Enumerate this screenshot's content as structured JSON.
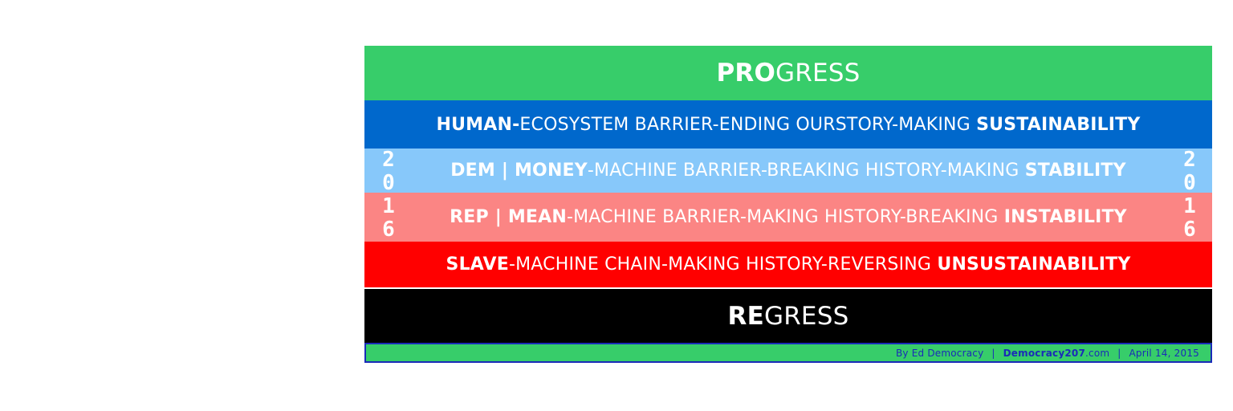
{
  "colors": {
    "progress": "#37cd6a",
    "human": "#0068cc",
    "dem": "#87c8fa",
    "rep": "#fb8584",
    "slave": "#ff0000",
    "regress": "#000000",
    "footer_bg": "#37cd6a",
    "footer_text": "#1a2bb8"
  },
  "bands": {
    "progress": {
      "bold": "PRO",
      "rest": "GRESS"
    },
    "human": {
      "bold_start": "HUMAN-",
      "middle": "ECOSYSTEM BARRIER-ENDING OURSTORY-MAKING ",
      "bold_end": "SUSTAINABILITY"
    },
    "dem": {
      "bold_start": "DEM | MONEY",
      "middle": "-MACHINE BARRIER-BREAKING HISTORY-MAKING ",
      "bold_end": "STABILITY"
    },
    "rep": {
      "bold_start": "REP | MEAN",
      "middle": "-MACHINE BARRIER-MAKING HISTORY-BREAKING ",
      "bold_end": "INSTABILITY"
    },
    "slave": {
      "bold_start": "SLAVE",
      "middle": "-MACHINE CHAIN-MAKING HISTORY-REVERSING ",
      "bold_end": "UNSUSTAINABILITY"
    },
    "regress": {
      "bold": "RE",
      "rest": "GRESS"
    }
  },
  "year": {
    "d1": "2",
    "d2": "0",
    "d3": "1",
    "d4": "6"
  },
  "footer": {
    "author": "By Ed Democracy",
    "sep": "|",
    "site_bold": "Democracy207",
    "site_rest": ".com",
    "date": "April 14, 2015"
  }
}
